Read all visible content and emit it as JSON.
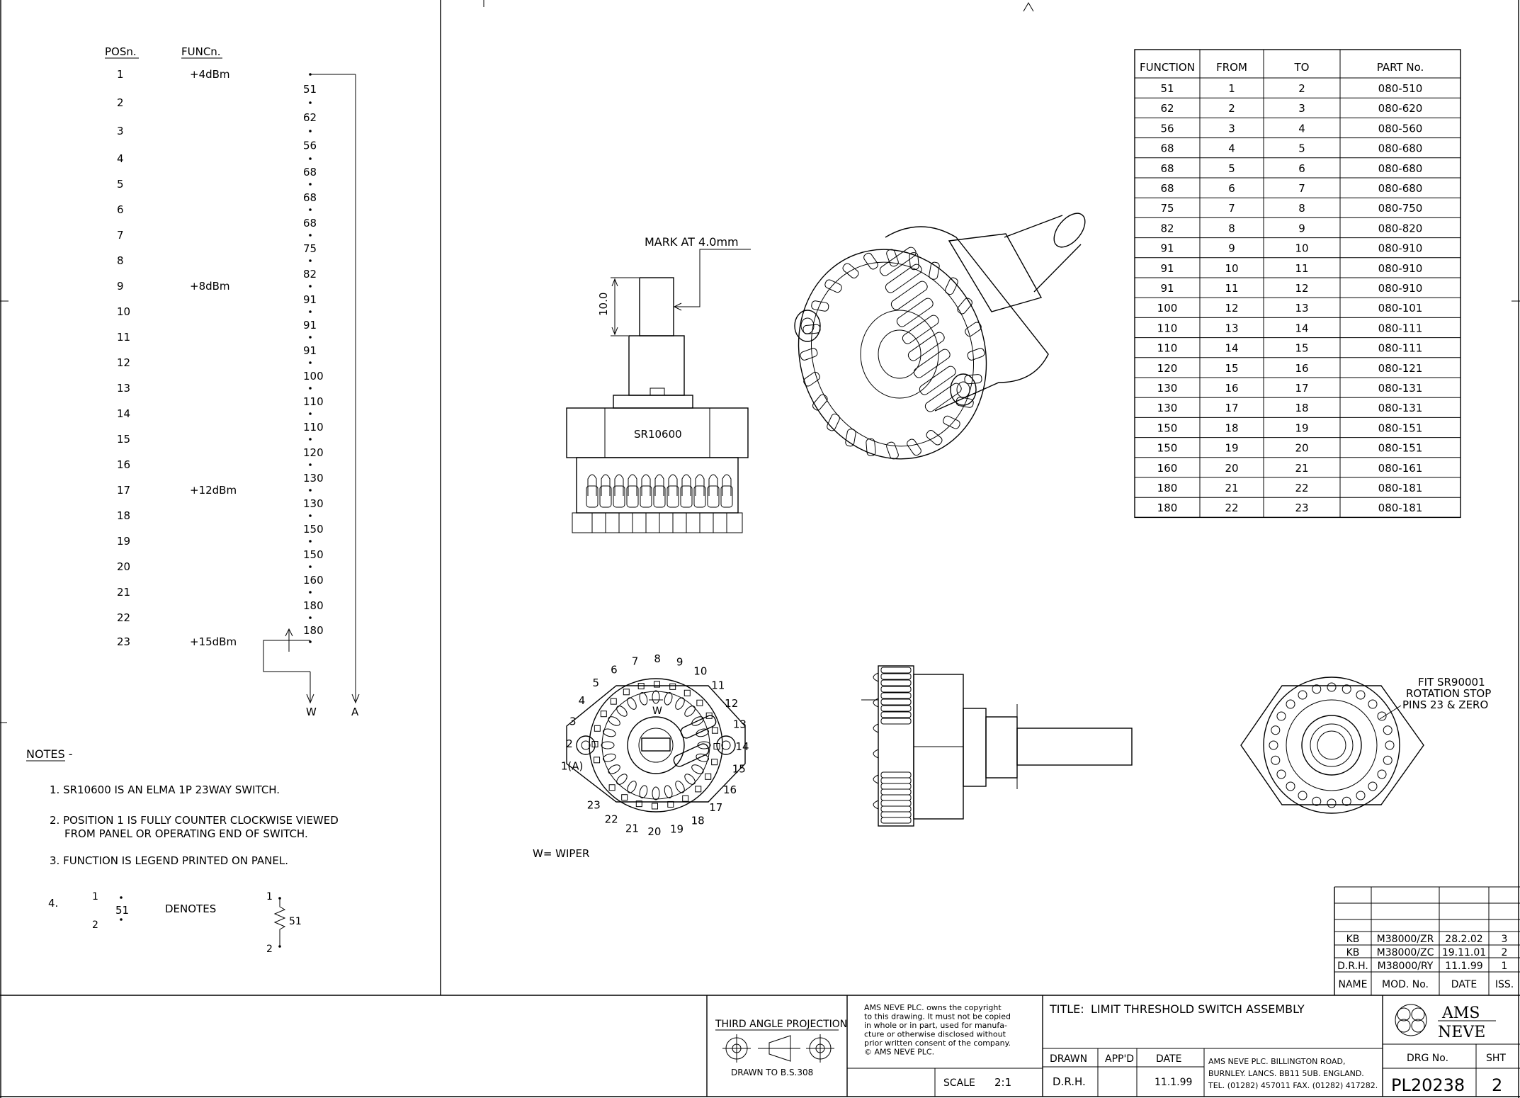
{
  "left_panel": {
    "header_pos": "POSn.",
    "header_func": "FUNCn.",
    "positions": [
      {
        "pos": "1",
        "func": "+4dBm",
        "res": "51"
      },
      {
        "pos": "2",
        "func": "",
        "res": "62"
      },
      {
        "pos": "3",
        "func": "",
        "res": "56"
      },
      {
        "pos": "4",
        "func": "",
        "res": "68"
      },
      {
        "pos": "5",
        "func": "",
        "res": "68"
      },
      {
        "pos": "6",
        "func": "",
        "res": "68"
      },
      {
        "pos": "7",
        "func": "",
        "res": "75"
      },
      {
        "pos": "8",
        "func": "",
        "res": "82"
      },
      {
        "pos": "9",
        "func": "+8dBm",
        "res": "91"
      },
      {
        "pos": "10",
        "func": "",
        "res": "91"
      },
      {
        "pos": "11",
        "func": "",
        "res": "91"
      },
      {
        "pos": "12",
        "func": "",
        "res": "100"
      },
      {
        "pos": "13",
        "func": "",
        "res": "110"
      },
      {
        "pos": "14",
        "func": "",
        "res": "110"
      },
      {
        "pos": "15",
        "func": "",
        "res": "120"
      },
      {
        "pos": "16",
        "func": "",
        "res": "130"
      },
      {
        "pos": "17",
        "func": "+12dBm",
        "res": "130"
      },
      {
        "pos": "18",
        "func": "",
        "res": "150"
      },
      {
        "pos": "19",
        "func": "",
        "res": "150"
      },
      {
        "pos": "20",
        "func": "",
        "res": "160"
      },
      {
        "pos": "21",
        "func": "",
        "res": "180"
      },
      {
        "pos": "22",
        "func": "",
        "res": "180"
      },
      {
        "pos": "23",
        "func": "+15dBm",
        "res": ""
      }
    ],
    "label_w": "W",
    "label_a": "A"
  },
  "notes": {
    "title": "NOTES -",
    "items": [
      "1.  SR10600  IS  AN  ELMA  1P  23WAY  SWITCH.",
      "2.  POSITION  1  IS  FULLY  COUNTER  CLOCKWISE  VIEWED",
      "FROM  PANEL  OR  OPERATING  END  OF  SWITCH.",
      "3.  FUNCTION  IS  LEGEND  PRINTED  ON  PANEL."
    ],
    "note4_num": "4.",
    "note4_top": "1",
    "note4_val": "51",
    "note4_bot": "2",
    "note4_denotes": "DENOTES",
    "note4_r_top": "1",
    "note4_r_val": "51",
    "note4_r_bot": "2"
  },
  "side_view": {
    "mark_label": "MARK  AT  4.0mm",
    "dim_label": "10.0",
    "part_label": "SR10600"
  },
  "front_view": {
    "pins": [
      "1(A)",
      "2",
      "3",
      "4",
      "5",
      "6",
      "7",
      "8",
      "9",
      "10",
      "11",
      "12",
      "13",
      "14",
      "15",
      "16",
      "17",
      "18",
      "19",
      "20",
      "21",
      "22",
      "23"
    ],
    "wiper_mark": "W",
    "wiper_note": "W=  WIPER"
  },
  "rear_view": {
    "note_line1": "FIT  SR90001",
    "note_line2": "ROTATION  STOP",
    "note_line3": "PINS  23  &  ZERO"
  },
  "parts_table": {
    "headers": [
      "FUNCTION",
      "FROM",
      "TO",
      "PART  No."
    ],
    "rows": [
      [
        "51",
        "1",
        "2",
        "080-510"
      ],
      [
        "62",
        "2",
        "3",
        "080-620"
      ],
      [
        "56",
        "3",
        "4",
        "080-560"
      ],
      [
        "68",
        "4",
        "5",
        "080-680"
      ],
      [
        "68",
        "5",
        "6",
        "080-680"
      ],
      [
        "68",
        "6",
        "7",
        "080-680"
      ],
      [
        "75",
        "7",
        "8",
        "080-750"
      ],
      [
        "82",
        "8",
        "9",
        "080-820"
      ],
      [
        "91",
        "9",
        "10",
        "080-910"
      ],
      [
        "91",
        "10",
        "11",
        "080-910"
      ],
      [
        "91",
        "11",
        "12",
        "080-910"
      ],
      [
        "100",
        "12",
        "13",
        "080-101"
      ],
      [
        "110",
        "13",
        "14",
        "080-111"
      ],
      [
        "110",
        "14",
        "15",
        "080-111"
      ],
      [
        "120",
        "15",
        "16",
        "080-121"
      ],
      [
        "130",
        "16",
        "17",
        "080-131"
      ],
      [
        "130",
        "17",
        "18",
        "080-131"
      ],
      [
        "150",
        "18",
        "19",
        "080-151"
      ],
      [
        "150",
        "19",
        "20",
        "080-151"
      ],
      [
        "160",
        "20",
        "21",
        "080-161"
      ],
      [
        "180",
        "21",
        "22",
        "080-181"
      ],
      [
        "180",
        "22",
        "23",
        "080-181"
      ]
    ]
  },
  "revisions": {
    "rows": [
      [
        "KB",
        "M38000/ZR",
        "28.2.02",
        "3"
      ],
      [
        "KB",
        "M38000/ZC",
        "19.11.01",
        "2"
      ],
      [
        "D.R.H.",
        "M38000/RY",
        "11.1.99",
        "1"
      ]
    ],
    "headers": [
      "NAME",
      "MOD.  No.",
      "DATE",
      "ISS."
    ]
  },
  "title_block": {
    "projection": "THIRD  ANGLE  PROJECTION",
    "drawn_to": "DRAWN  TO  B.S.308",
    "copyright": [
      "AMS  NEVE  PLC.  owns  the  copyright",
      "to  this  drawing.  It  must  not  be  copied",
      "in  whole  or  in  part,  used  for  manufa-",
      "cture  or  otherwise  disclosed  without",
      "prior  written  consent  of  the  company.",
      "© AMS  NEVE  PLC."
    ],
    "scale_label": "SCALE",
    "scale_value": "2:1",
    "title_label": "TITLE:",
    "title_value": "LIMIT  THRESHOLD    SWITCH  ASSEMBLY",
    "drawn_label": "DRAWN",
    "appd_label": "APP'D",
    "date_label": "DATE",
    "drawn_value": "D.R.H.",
    "date_value": "11.1.99",
    "address": [
      "AMS  NEVE  PLC.  BILLINGTON  ROAD,",
      "BURNLEY.  LANCS.  BB11  5UB.  ENGLAND.",
      "TEL.  (01282)  457011    FAX.  (01282)  417282."
    ],
    "logo_top": "AMS",
    "logo_bottom": "NEVE",
    "drg_label": "DRG  No.",
    "drg_value": "PL20238",
    "sht_label": "SHT",
    "sht_value": "2"
  }
}
